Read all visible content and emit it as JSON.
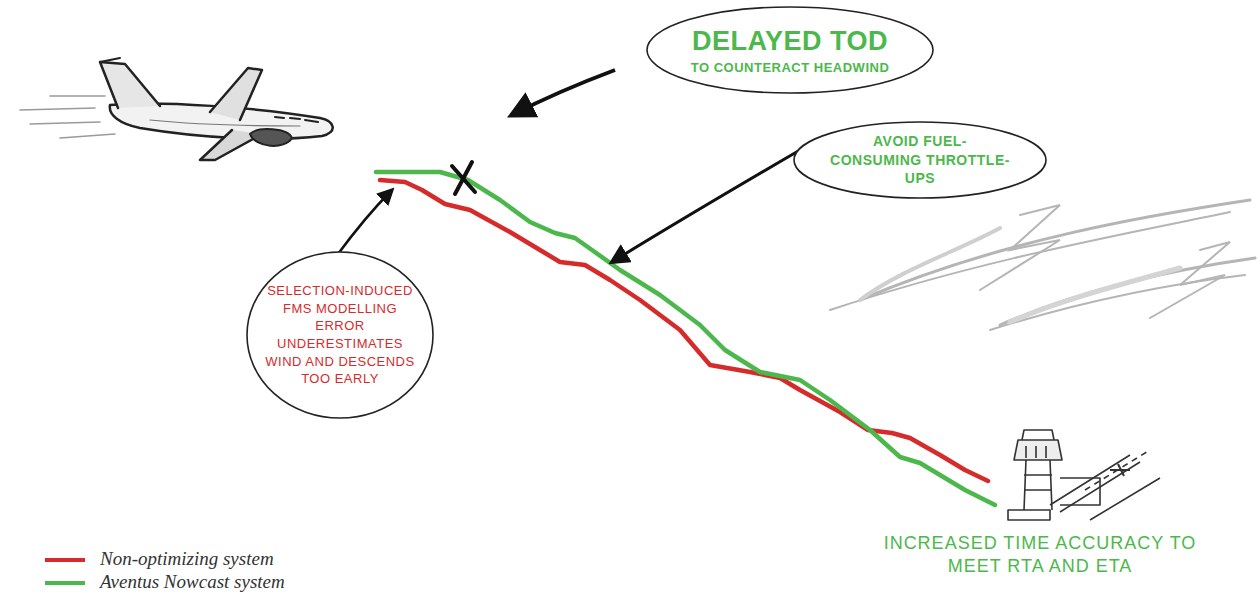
{
  "diagram": {
    "nodes": [
      {
        "text": [
          "DELAYED TOD",
          "TO COUNTERACT HEADWIND"
        ]
      },
      {
        "text": [
          "AVOID FUEL-CONSUMING THROTTLE-UPS"
        ]
      },
      {
        "text": [
          "SELECTION-INDUCED FMS MODELLING ERROR UNDERESTIMATES WIND AND DESCENDS TOO EARLY"
        ]
      }
    ],
    "labels": [
      "INCREASED TIME ACCURACY TO MEET RTA AND ETA"
    ],
    "legend": [
      {
        "text": "Non-optimizing system"
      },
      {
        "text": "Aventus Nowcast system"
      }
    ]
  }
}
